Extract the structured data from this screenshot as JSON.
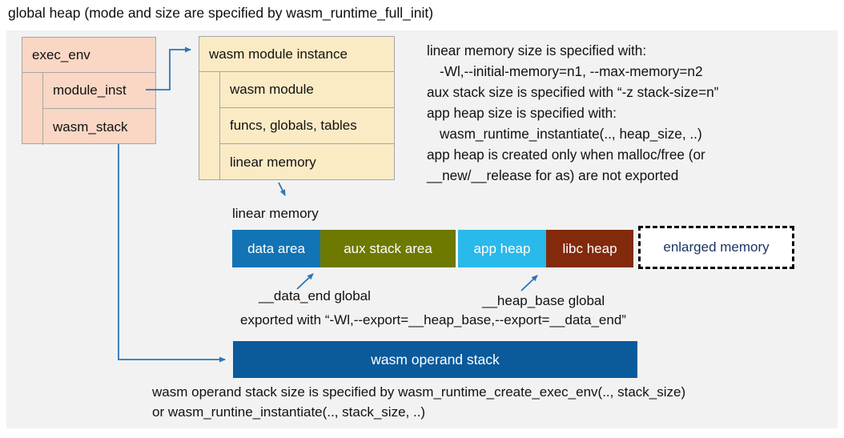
{
  "title": "global heap (mode and size are specified by wasm_runtime_full_init)",
  "exec_env_box": {
    "header": "exec_env",
    "rows": [
      {
        "label": "module_inst"
      },
      {
        "label": "wasm_stack"
      }
    ]
  },
  "module_instance_box": {
    "header": "wasm module instance",
    "rows": [
      {
        "label": "wasm module"
      },
      {
        "label": "funcs, globals, tables"
      },
      {
        "label": "linear memory"
      }
    ]
  },
  "notes": {
    "lines": [
      "linear memory size is specified with:",
      "-Wl,--initial-memory=n1, --max-memory=n2",
      "aux stack size is specified with “-z stack-size=n”",
      "app heap size is specified with:",
      "wasm_runtime_instantiate(.., heap_size, ..)",
      "app heap is created only when malloc/free (or",
      "__new/__release for as) are not exported"
    ]
  },
  "memory_bar": {
    "label": "linear memory",
    "segments": [
      {
        "label": "data area",
        "color": "#1273B5"
      },
      {
        "label": "aux stack area",
        "color": "#6E7900"
      },
      {
        "label": "app heap",
        "color": "#29B9EA"
      },
      {
        "label": "libc heap",
        "color": "#822A0B"
      },
      {
        "label": "enlarged memory",
        "color": "#FFFFFF",
        "text_color": "#1B3563",
        "border_style": "dashed"
      }
    ],
    "annotations": {
      "data_end": "__data_end global",
      "heap_base": "__heap_base global",
      "exported": "exported with “-Wl,--export=__heap_base,--export=__data_end”"
    }
  },
  "operand_stack": {
    "label": "wasm operand stack",
    "color": "#0A5A9C"
  },
  "footer": {
    "lines": [
      "wasm operand stack size is specified by wasm_runtime_create_exec_env(.., stack_size)",
      "or wasm_runtine_instantiate(.., stack_size, ..)"
    ]
  },
  "colors": {
    "panel_bg": "#F2F2F2",
    "exec_env_fill": "#FAD7C4",
    "module_instance_fill": "#FBEBC5",
    "arrow_blue": "#2E75B6",
    "box_border": "#A5A5A5"
  }
}
